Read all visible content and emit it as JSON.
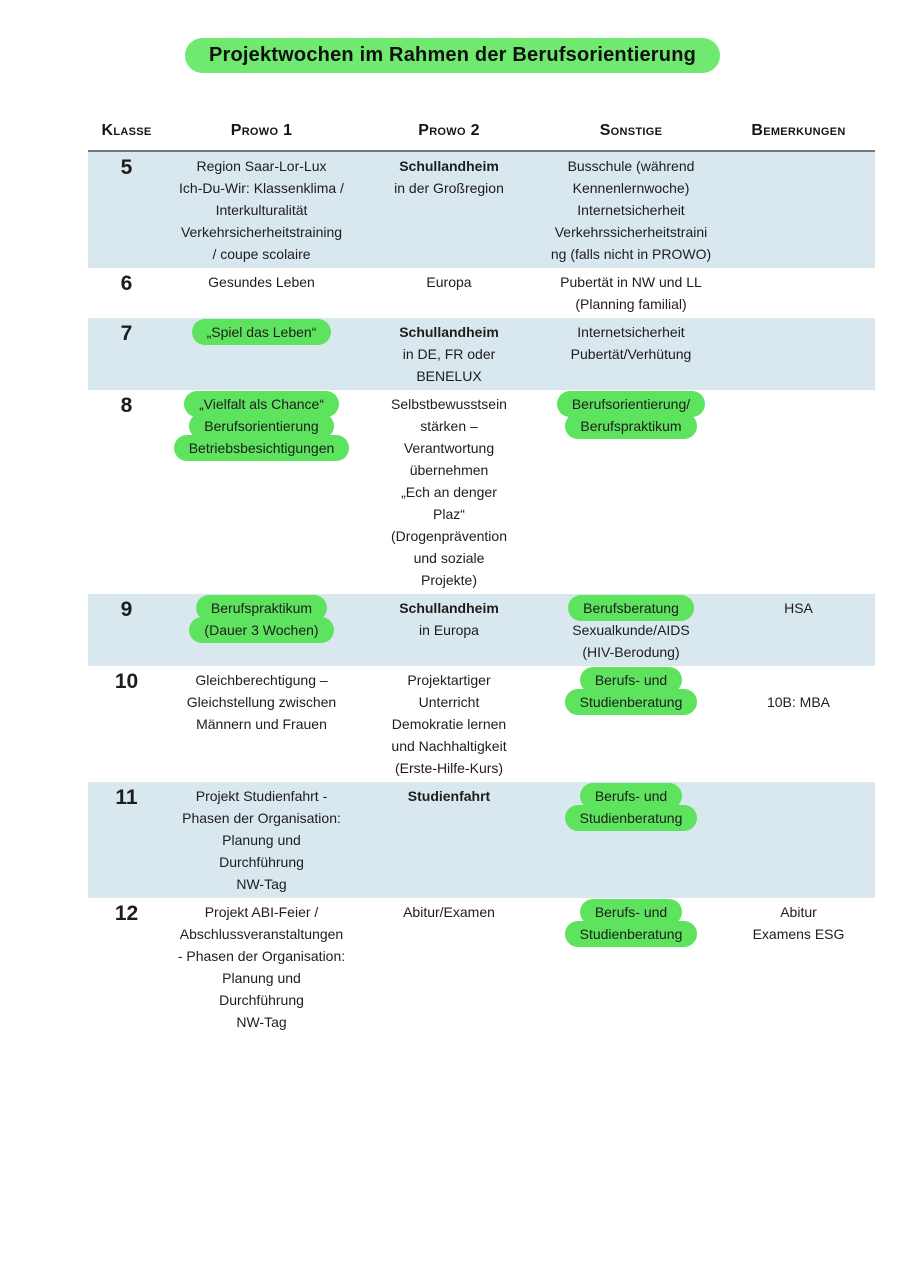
{
  "title": {
    "text": "Projektwochen im Rahmen der Berufsorientierung"
  },
  "colors": {
    "stripe": "#d9e7ee",
    "highlight": "#5ee35e",
    "title_highlight": "#6fe96f",
    "header_rule": "#6f7a80"
  },
  "table": {
    "headers": [
      "Klasse",
      "Prowo 1",
      "Prowo 2",
      "Sonstige",
      "Bemerkungen"
    ],
    "rows": [
      {
        "klasse": "5",
        "striped": true,
        "prowo1": {
          "lines": [
            {
              "text": "Region Saar-Lor-Lux"
            },
            {
              "text": "Ich-Du-Wir: Klassenklima /"
            },
            {
              "text": "Interkulturalität"
            },
            {
              "text": "Verkehrsicherheitstraining"
            },
            {
              "text": "/ coupe scolaire"
            }
          ]
        },
        "prowo2": {
          "lines": [
            {
              "text": "Schullandheim",
              "bold": true
            },
            {
              "text": "in der Großregion"
            }
          ]
        },
        "sonstige": {
          "lines": [
            {
              "text": "Busschule (während"
            },
            {
              "text": "Kennenlernwoche)"
            },
            {
              "text": "Internetsicherheit"
            },
            {
              "text": "Verkehrssicherheitstraini"
            },
            {
              "text": "ng (falls nicht in PROWO)"
            }
          ]
        },
        "bemerkungen": {
          "lines": []
        }
      },
      {
        "klasse": "6",
        "striped": false,
        "prowo1": {
          "lines": [
            {
              "text": "Gesundes Leben"
            }
          ]
        },
        "prowo2": {
          "lines": [
            {
              "text": "Europa"
            }
          ]
        },
        "sonstige": {
          "lines": [
            {
              "text": "Pubertät in NW und LL"
            },
            {
              "text": "(Planning familial)"
            }
          ]
        },
        "bemerkungen": {
          "lines": []
        }
      },
      {
        "klasse": "7",
        "striped": true,
        "prowo1": {
          "lines": [
            {
              "text": "„Spiel das Leben“",
              "hl": true
            }
          ]
        },
        "prowo2": {
          "lines": [
            {
              "text": "Schullandheim",
              "bold": true
            },
            {
              "text": "in DE, FR oder"
            },
            {
              "text": "BENELUX"
            }
          ]
        },
        "sonstige": {
          "lines": [
            {
              "text": "Internetsicherheit"
            },
            {
              "text": "Pubertät/Verhütung"
            }
          ]
        },
        "bemerkungen": {
          "lines": []
        }
      },
      {
        "klasse": "8",
        "striped": false,
        "prowo1": {
          "lines": [
            {
              "text": "„Vielfalt als Chance“",
              "hl": true
            },
            {
              "text": "Berufsorientierung",
              "hl": true
            },
            {
              "text": "Betriebsbesichtigungen",
              "hl": true
            }
          ]
        },
        "prowo2": {
          "lines": [
            {
              "text": "Selbstbewusstsein"
            },
            {
              "text": "stärken –"
            },
            {
              "text": "Verantwortung"
            },
            {
              "text": "übernehmen"
            },
            {
              "text": "„Ech an denger"
            },
            {
              "text": "Plaz“"
            },
            {
              "text": "(Drogenprävention"
            },
            {
              "text": "und soziale"
            },
            {
              "text": "Projekte)"
            }
          ]
        },
        "sonstige": {
          "lines": [
            {
              "text": "Berufsorientierung/",
              "hl": true
            },
            {
              "text": "Berufspraktikum",
              "hl": true
            }
          ]
        },
        "bemerkungen": {
          "lines": []
        }
      },
      {
        "klasse": "9",
        "striped": true,
        "prowo1": {
          "lines": [
            {
              "text": "Berufspraktikum",
              "hl": true
            },
            {
              "text": "(Dauer 3 Wochen)",
              "hl": true
            }
          ]
        },
        "prowo2": {
          "lines": [
            {
              "text": "Schullandheim",
              "bold": true
            },
            {
              "text": "in Europa"
            }
          ]
        },
        "sonstige": {
          "lines": [
            {
              "text": "Berufsberatung",
              "hl": true
            },
            {
              "text": "Sexualkunde/AIDS"
            },
            {
              "text": "(HIV-Berodung)"
            }
          ]
        },
        "bemerkungen": {
          "lines": [
            {
              "text": "HSA"
            }
          ]
        }
      },
      {
        "klasse": "10",
        "striped": false,
        "prowo1": {
          "lines": [
            {
              "text": "Gleichberechtigung –"
            },
            {
              "text": "Gleichstellung zwischen"
            },
            {
              "text": "Männern und Frauen"
            }
          ]
        },
        "prowo2": {
          "lines": [
            {
              "text": "Projektartiger"
            },
            {
              "text": "Unterricht"
            },
            {
              "text": "Demokratie lernen"
            },
            {
              "text": "und Nachhaltigkeit"
            },
            {
              "text": "(Erste-Hilfe-Kurs)"
            }
          ]
        },
        "sonstige": {
          "lines": [
            {
              "text": "Berufs- und",
              "hl": true
            },
            {
              "text": "Studienberatung",
              "hl": true
            }
          ]
        },
        "bemerkungen": {
          "offsetLines": 1,
          "lines": [
            {
              "text": "10B: MBA"
            }
          ]
        }
      },
      {
        "klasse": "11",
        "striped": true,
        "prowo1": {
          "lines": [
            {
              "text": "Projekt Studienfahrt -"
            },
            {
              "text": "Phasen der Organisation:"
            },
            {
              "text": "Planung und"
            },
            {
              "text": "Durchführung"
            },
            {
              "text": "NW-Tag"
            }
          ]
        },
        "prowo2": {
          "lines": [
            {
              "text": "Studienfahrt",
              "bold": true
            }
          ]
        },
        "sonstige": {
          "lines": [
            {
              "text": "Berufs- und",
              "hl": true
            },
            {
              "text": "Studienberatung",
              "hl": true
            }
          ]
        },
        "bemerkungen": {
          "lines": []
        }
      },
      {
        "klasse": "12",
        "striped": false,
        "prowo1": {
          "lines": [
            {
              "text": "Projekt ABI-Feier /"
            },
            {
              "text": "Abschlussveranstaltungen"
            },
            {
              "text": "- Phasen der Organisation:"
            },
            {
              "text": "Planung und"
            },
            {
              "text": "Durchführung"
            },
            {
              "text": "NW-Tag"
            }
          ]
        },
        "prowo2": {
          "lines": [
            {
              "text": "Abitur/Examen"
            }
          ]
        },
        "sonstige": {
          "lines": [
            {
              "text": "Berufs- und",
              "hl": true
            },
            {
              "text": "Studienberatung",
              "hl": true
            }
          ]
        },
        "bemerkungen": {
          "lines": [
            {
              "text": "Abitur"
            },
            {
              "text": "Examens ESG"
            }
          ]
        }
      }
    ]
  }
}
